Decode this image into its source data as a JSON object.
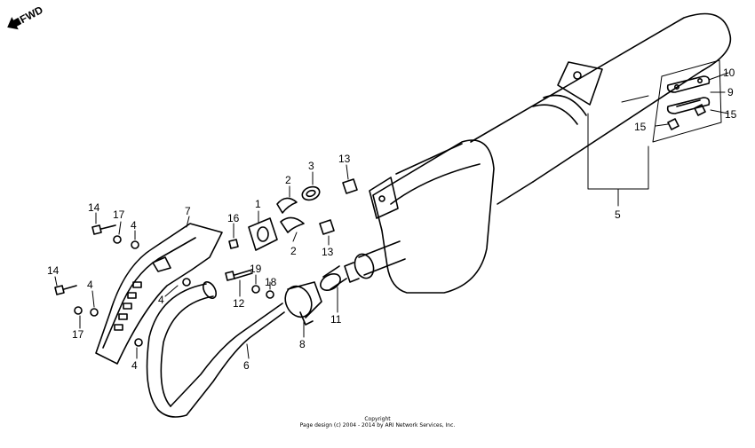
{
  "diagram": {
    "callouts": [
      {
        "key": "p1",
        "text": "1"
      },
      {
        "key": "p2a",
        "text": "2"
      },
      {
        "key": "p2b",
        "text": "2"
      },
      {
        "key": "p3",
        "text": "3"
      },
      {
        "key": "p4a",
        "text": "4"
      },
      {
        "key": "p4b",
        "text": "4"
      },
      {
        "key": "p4c",
        "text": "4"
      },
      {
        "key": "p4d",
        "text": "4"
      },
      {
        "key": "p5",
        "text": "5"
      },
      {
        "key": "p6",
        "text": "6"
      },
      {
        "key": "p7",
        "text": "7"
      },
      {
        "key": "p8",
        "text": "8"
      },
      {
        "key": "p9",
        "text": "9"
      },
      {
        "key": "p10",
        "text": "10"
      },
      {
        "key": "p11",
        "text": "11"
      },
      {
        "key": "p12",
        "text": "12"
      },
      {
        "key": "p13a",
        "text": "13"
      },
      {
        "key": "p13b",
        "text": "13"
      },
      {
        "key": "p14a",
        "text": "14"
      },
      {
        "key": "p14b",
        "text": "14"
      },
      {
        "key": "p15a",
        "text": "15"
      },
      {
        "key": "p15b",
        "text": "15"
      },
      {
        "key": "p16",
        "text": "16"
      },
      {
        "key": "p17a",
        "text": "17"
      },
      {
        "key": "p17b",
        "text": "17"
      },
      {
        "key": "p18",
        "text": "18"
      },
      {
        "key": "p19",
        "text": "19"
      }
    ],
    "fwd_label": "FWD"
  },
  "footer": {
    "copyright_line1": "Copyright",
    "copyright_line2": "Page design (c) 2004 - 2014 by ARI Network Services, Inc."
  }
}
